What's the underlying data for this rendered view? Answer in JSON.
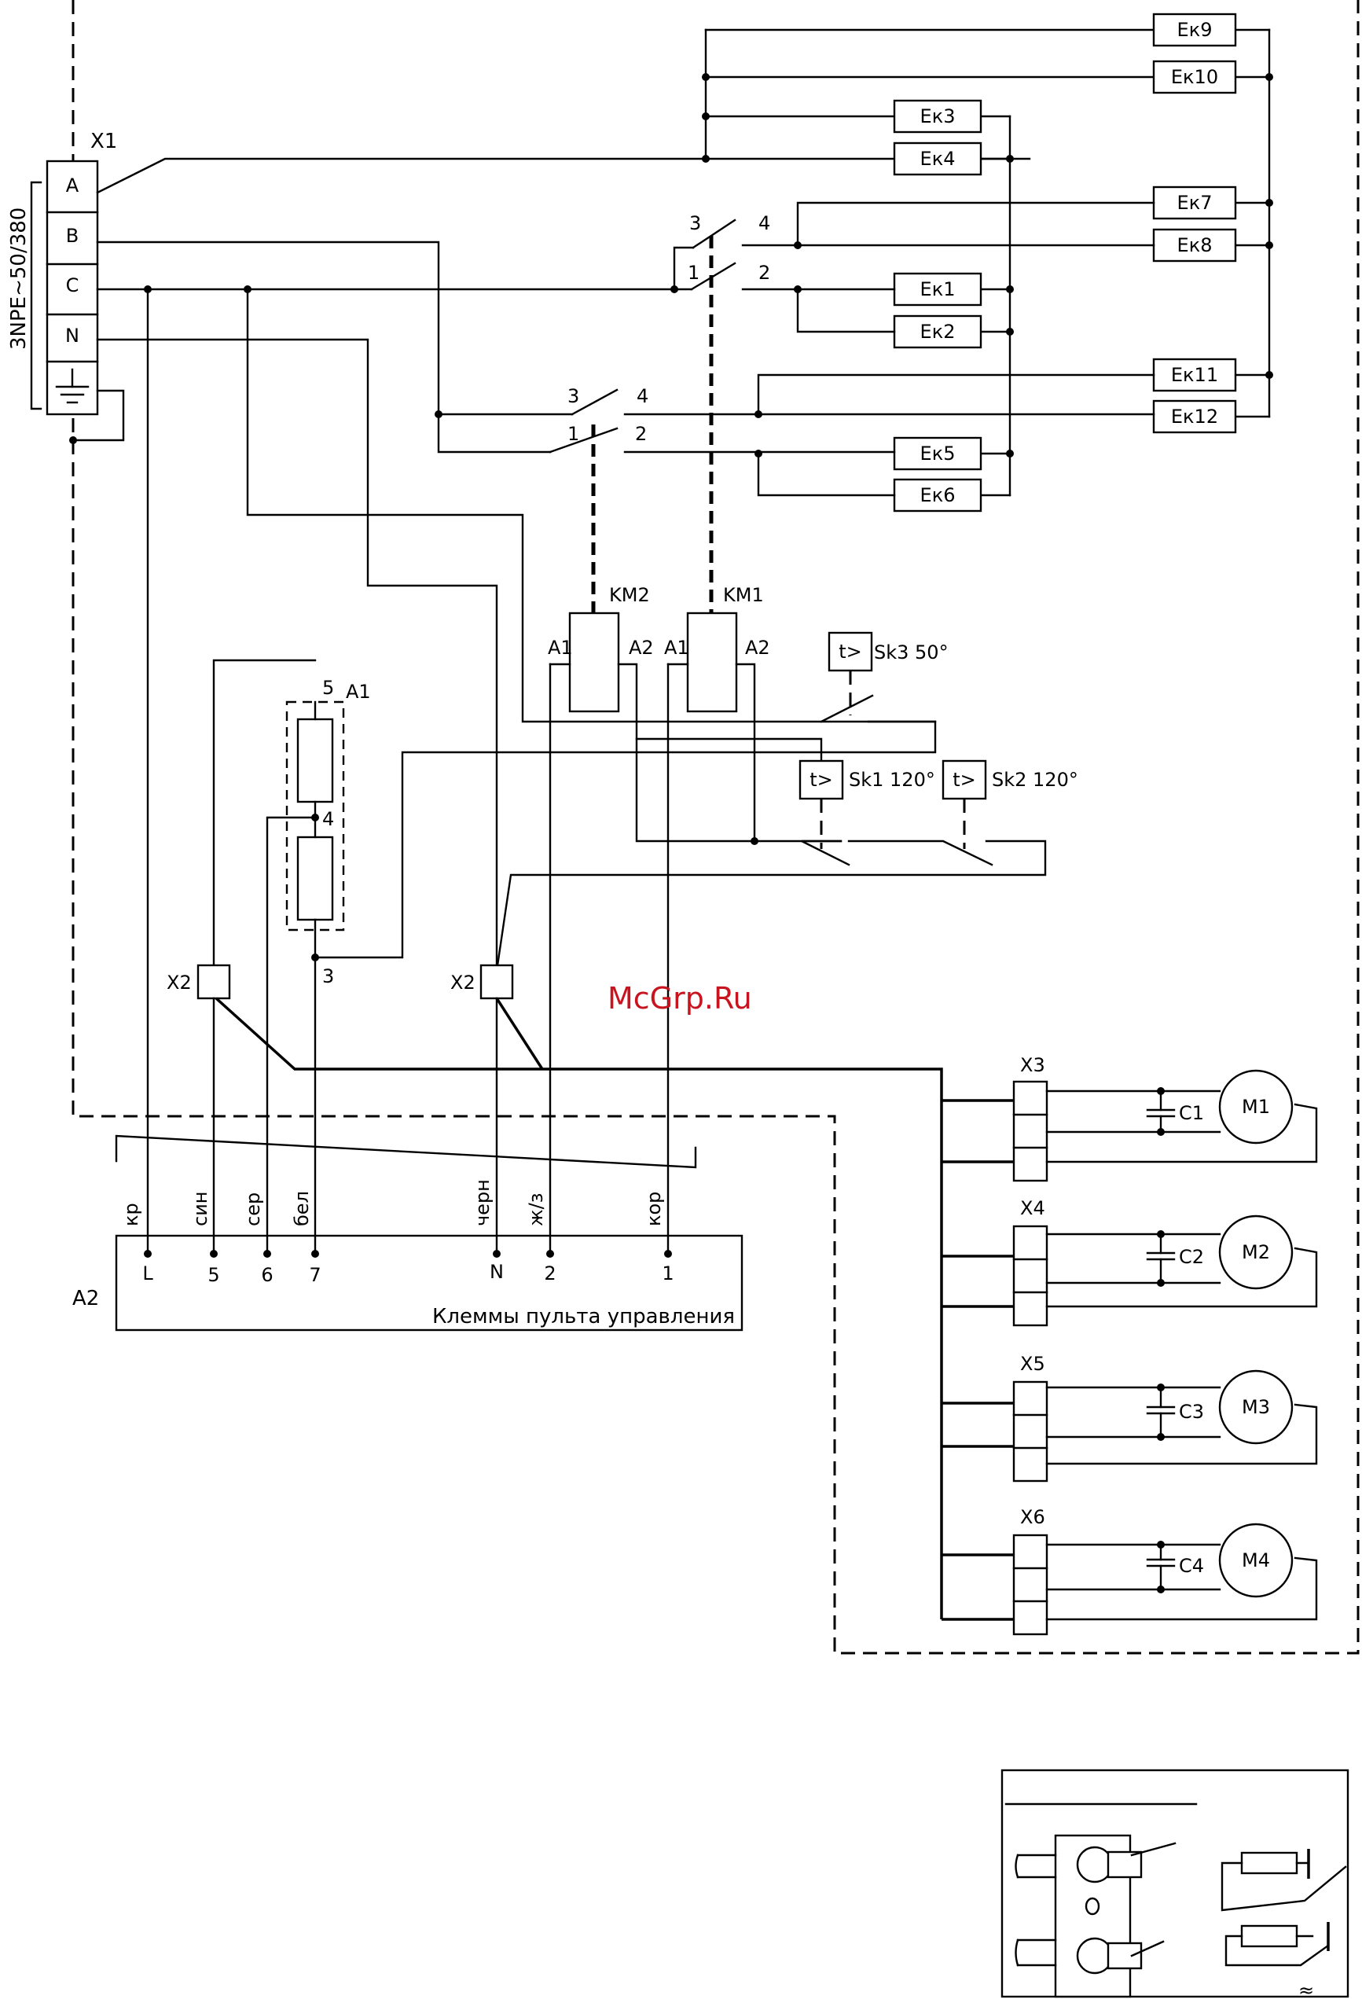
{
  "supply": {
    "label": "3NPE~50/380",
    "connector": "X1",
    "terminals": [
      "A",
      "B",
      "C",
      "N"
    ]
  },
  "heaters": {
    "ek1": "Ек1",
    "ek2": "Ек2",
    "ek3": "Ек3",
    "ek4": "Ек4",
    "ek5": "Ек5",
    "ek6": "Ек6",
    "ek7": "Ек7",
    "ek8": "Ек8",
    "ek9": "Ек9",
    "ek10": "Ек10",
    "ek11": "Ек11",
    "ek12": "Ек12"
  },
  "contactors": {
    "km1": "KM1",
    "km2": "KM2",
    "a1": "A1",
    "a2": "A2",
    "c1": "1",
    "c2": "2",
    "c3": "3",
    "c4": "4"
  },
  "thermostats": {
    "sk1": "Sk1 120°",
    "sk2": "Sk2 120°",
    "sk3": "Sk3 50°",
    "symbol": "t>"
  },
  "resistor_block": {
    "label": "A1",
    "pin5": "5",
    "pin4": "4",
    "pin3": "3"
  },
  "connectors": {
    "x2": "X2",
    "x3": "X3",
    "x4": "X4",
    "x5": "X5",
    "x6": "X6"
  },
  "motors": {
    "m1": "M1",
    "m2": "M2",
    "m3": "M3",
    "m4": "M4",
    "c1": "C1",
    "c2": "C2",
    "c3": "C3",
    "c4": "C4"
  },
  "wire_colors": [
    "кр",
    "син",
    "сер",
    "бел",
    "черн",
    "ж/з",
    "кор"
  ],
  "panel": {
    "label": "A2",
    "terminals": [
      "L",
      "5",
      "6",
      "7",
      "N",
      "2",
      "1"
    ],
    "caption": "Клеммы пульта управления"
  },
  "watermark": "McGrp.Ru",
  "inset_note": "≈"
}
